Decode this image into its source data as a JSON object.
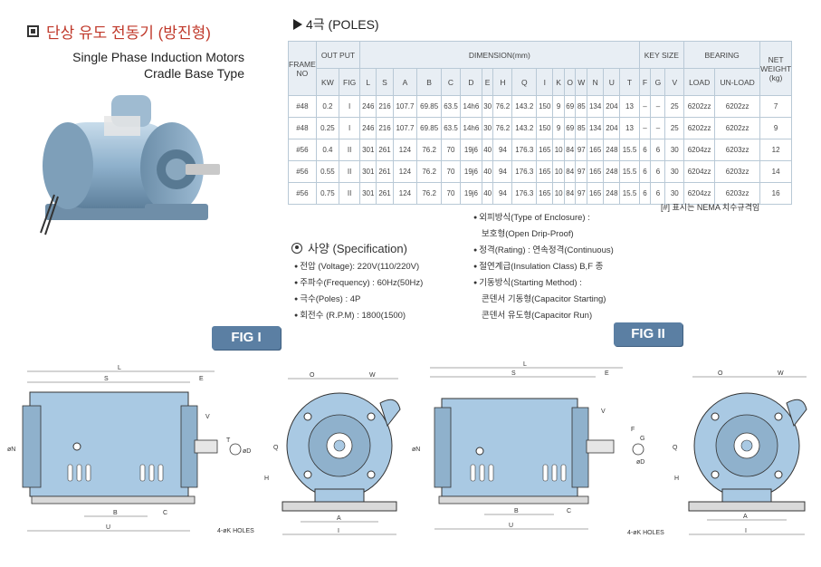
{
  "title": {
    "korean": "단상 유도 전동기 (방진형)",
    "english_line1": "Single Phase Induction Motors",
    "english_line2": "Cradle Base Type"
  },
  "poles_label": "4극 (POLES)",
  "table": {
    "header": {
      "frame_no": "FRAME NO",
      "output": "OUT PUT",
      "dimension": "DIMENSION(mm)",
      "key_size": "KEY SIZE",
      "bearing": "BEARING",
      "net_weight": "NET WEIGHT (kg)",
      "kw": "KW",
      "fig": "FIG",
      "dim_cols": [
        "L",
        "S",
        "A",
        "B",
        "C",
        "D",
        "E",
        "H",
        "Q",
        "I",
        "K",
        "O",
        "W",
        "N",
        "U",
        "T"
      ],
      "key_cols": [
        "F",
        "G",
        "V"
      ],
      "load": "LOAD",
      "unload": "UN-LOAD",
      "kg": "(kg)"
    },
    "rows": [
      {
        "frame": "#48",
        "kw": "0.2",
        "fig": "I",
        "L": "246",
        "S": "216",
        "A": "107.7",
        "B": "69.85",
        "C": "63.5",
        "D": "14h6",
        "E": "30",
        "H": "76.2",
        "Q": "143.2",
        "I": "150",
        "K": "9",
        "O": "69",
        "W": "85",
        "N": "134",
        "U": "204",
        "T": "13",
        "F": "–",
        "G": "–",
        "V": "25",
        "load": "6202zz",
        "unload": "6202zz",
        "weight": "7"
      },
      {
        "frame": "#48",
        "kw": "0.25",
        "fig": "I",
        "L": "246",
        "S": "216",
        "A": "107.7",
        "B": "69.85",
        "C": "63.5",
        "D": "14h6",
        "E": "30",
        "H": "76.2",
        "Q": "143.2",
        "I": "150",
        "K": "9",
        "O": "69",
        "W": "85",
        "N": "134",
        "U": "204",
        "T": "13",
        "F": "–",
        "G": "–",
        "V": "25",
        "load": "6202zz",
        "unload": "6202zz",
        "weight": "9"
      },
      {
        "frame": "#56",
        "kw": "0.4",
        "fig": "II",
        "L": "301",
        "S": "261",
        "A": "124",
        "B": "76.2",
        "C": "70",
        "D": "19j6",
        "E": "40",
        "H": "94",
        "Q": "176.3",
        "I": "165",
        "K": "10",
        "O": "84",
        "W": "97",
        "N": "165",
        "U": "248",
        "T": "15.5",
        "F": "6",
        "G": "6",
        "V": "30",
        "load": "6204zz",
        "unload": "6203zz",
        "weight": "12"
      },
      {
        "frame": "#56",
        "kw": "0.55",
        "fig": "II",
        "L": "301",
        "S": "261",
        "A": "124",
        "B": "76.2",
        "C": "70",
        "D": "19j6",
        "E": "40",
        "H": "94",
        "Q": "176.3",
        "I": "165",
        "K": "10",
        "O": "84",
        "W": "97",
        "N": "165",
        "U": "248",
        "T": "15.5",
        "F": "6",
        "G": "6",
        "V": "30",
        "load": "6204zz",
        "unload": "6203zz",
        "weight": "14"
      },
      {
        "frame": "#56",
        "kw": "0.75",
        "fig": "II",
        "L": "301",
        "S": "261",
        "A": "124",
        "B": "76.2",
        "C": "70",
        "D": "19j6",
        "E": "40",
        "H": "94",
        "Q": "176.3",
        "I": "165",
        "K": "10",
        "O": "84",
        "W": "97",
        "N": "165",
        "U": "248",
        "T": "15.5",
        "F": "6",
        "G": "6",
        "V": "30",
        "load": "6204zz",
        "unload": "6203zz",
        "weight": "16"
      }
    ]
  },
  "note": "[#]  표시는 NEMA 치수규격임",
  "spec_heading": "사양 (Specification)",
  "spec_left": [
    "전압 (Voltage): 220V(110/220V)",
    "주파수(Frequency) : 60Hz(50Hz)",
    "극수(Poles) : 4P",
    "회전수 (R.P.M) : 1800(1500)"
  ],
  "spec_right": {
    "enclosure_label": "외피방식(Type of Enclosure) :",
    "enclosure_value": "보호형(Open Drip-Proof)",
    "rating": "정격(Rating) : 연속정격(Continuous)",
    "insulation": "절연계급(Insulation Class) B,F 종",
    "starting_label": "기동방식(Starting Method) :",
    "starting_value1": "콘덴서 기동형(Capacitor Starting)",
    "starting_value2": "콘덴서 유도형(Capacitor Run)"
  },
  "fig1_label": "FIG  I",
  "fig2_label": "FIG  II",
  "drawing_labels": {
    "L": "L",
    "S": "S",
    "E": "E",
    "V": "V",
    "T": "T",
    "N": "øN",
    "B": "B",
    "C": "C",
    "U": "U",
    "O": "O",
    "W": "W",
    "Q": "Q",
    "H": "H",
    "A": "A",
    "I": "I",
    "D": "øD",
    "F": "F",
    "G": "G",
    "holes": "4-øK HOLES"
  },
  "colors": {
    "accent_red": "#c0392b",
    "badge_blue": "#5b7fa3",
    "motor_blue": "#a9c9e3",
    "table_header": "#e8eef4"
  }
}
